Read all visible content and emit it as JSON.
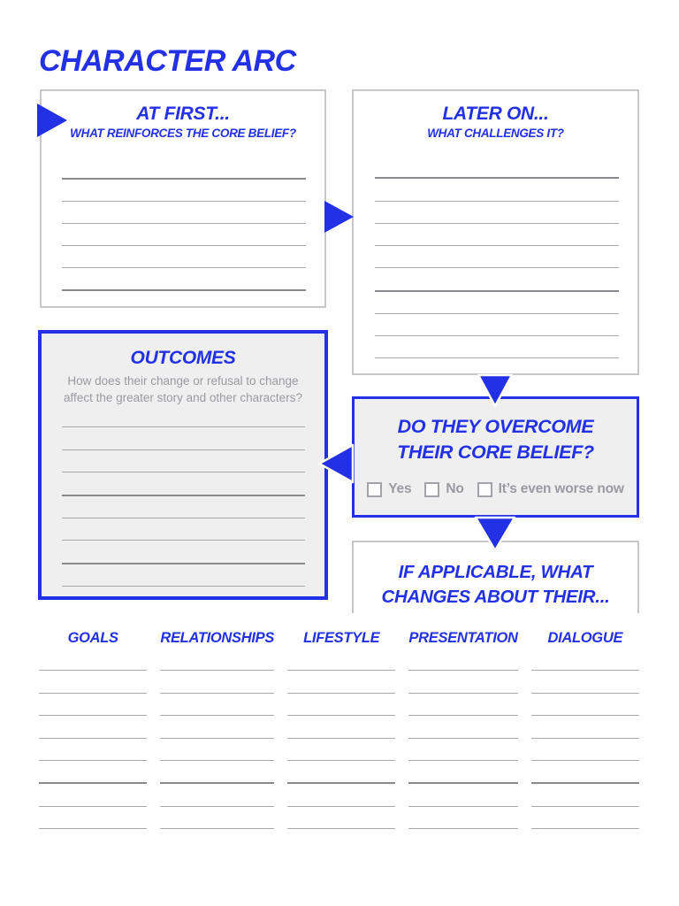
{
  "page": {
    "title": "CHARACTER ARC"
  },
  "palette": {
    "accent_blue": "#2231e6",
    "box_background_gray": "#efeff0",
    "border_gray": "#c7c7c9",
    "writing_line_gray": "#a8a8ab",
    "muted_text_gray": "#9a9aa0"
  },
  "flow": {
    "at_first": {
      "title": "AT FIRST...",
      "subtitle": "WHAT REINFORCES THE CORE BELIEF?",
      "line_count": 6
    },
    "later_on": {
      "title": "LATER ON...",
      "subtitle": "WHAT CHALLENGES IT?",
      "line_count": 9
    },
    "outcomes": {
      "title": "OUTCOMES",
      "subtitle_line1": "How does their change or refusal to change",
      "subtitle_line2": "affect the greater story and other characters?",
      "line_count": 8
    },
    "overcome": {
      "title_line1": "DO THEY OVERCOME",
      "title_line2": "THEIR CORE BELIEF?",
      "options": [
        {
          "label": "Yes",
          "checked": false
        },
        {
          "label": "No",
          "checked": false
        },
        {
          "label": "It’s even worse now",
          "checked": false
        }
      ]
    },
    "if_applicable": {
      "title_line1": "IF APPLICABLE, WHAT",
      "title_line2": "CHANGES ABOUT THEIR..."
    }
  },
  "columns": [
    {
      "label": "GOALS",
      "line_count": 8
    },
    {
      "label": "RELATIONSHIPS",
      "line_count": 8
    },
    {
      "label": "LIFESTYLE",
      "line_count": 8
    },
    {
      "label": "PRESENTATION",
      "line_count": 8
    },
    {
      "label": "DIALOGUE",
      "line_count": 8
    }
  ]
}
